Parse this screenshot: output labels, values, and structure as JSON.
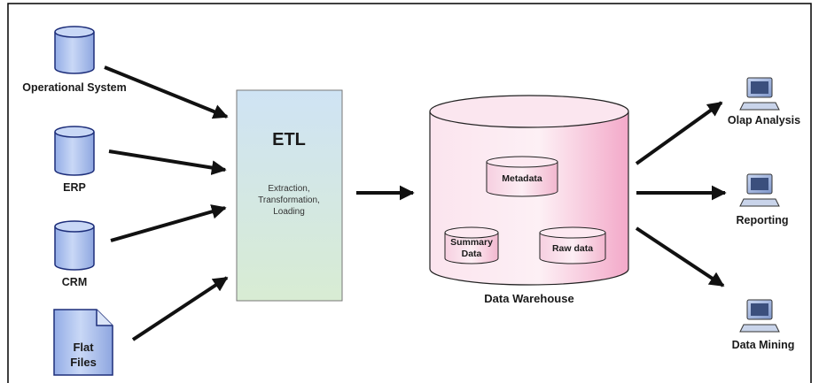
{
  "sources": [
    {
      "label": "Operational System"
    },
    {
      "label": "ERP"
    },
    {
      "label": "CRM"
    },
    {
      "label_lines": [
        "Flat",
        "Files"
      ]
    }
  ],
  "etl": {
    "title": "ETL",
    "description_lines": [
      "Extraction,",
      "Transformation,",
      "Loading"
    ]
  },
  "warehouse": {
    "label": "Data Warehouse",
    "metadata": "Metadata",
    "summary_lines": [
      "Summary",
      "Data"
    ],
    "raw": "Raw data"
  },
  "outputs": [
    {
      "label": "Olap Analysis",
      "icon": "computer-icon"
    },
    {
      "label": "Reporting",
      "icon": "computer-icon"
    },
    {
      "label": "Data Mining",
      "icon": "computer-icon"
    }
  ],
  "colors": {
    "frame": "#000000",
    "cylinder_fill": "#b7c9ef",
    "cylinder_stroke": "#1d2e7a",
    "etl_fill_top": "#cde3f3",
    "etl_fill_bottom": "#d9ecd6",
    "warehouse_pink": "#f7c6dc",
    "arrow": "#111111"
  }
}
